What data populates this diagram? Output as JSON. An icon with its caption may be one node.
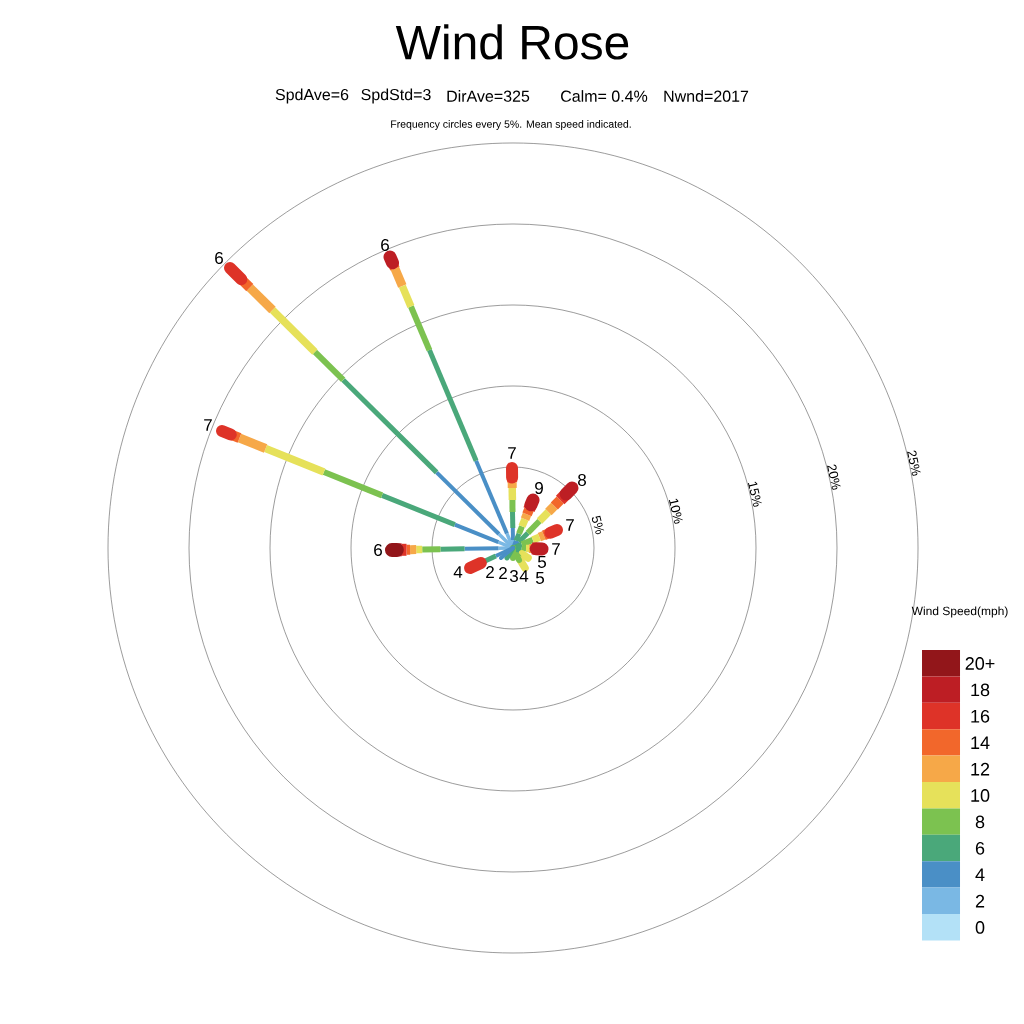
{
  "diagram": {
    "title": "Wind Rose",
    "labels": [
      "SpdAve=6",
      "SpdStd=3",
      "DirAve=325",
      "Calm= 0.4%",
      "Nwnd=2017",
      "Frequency circles every 5%. Mean speed indicated.",
      "6",
      "6",
      "7",
      "7",
      "25%",
      "20%",
      "8",
      "9",
      "15%",
      "10%",
      "7",
      "5%",
      "6",
      "7",
      "5",
      "4",
      "2",
      "2",
      "3",
      "4",
      "5",
      "Wind Speed(mph)"
    ],
    "legend": [
      {
        "text": "20+",
        "color": "#92161a"
      },
      {
        "text": "18",
        "color": "#bd1e24"
      },
      {
        "text": "16",
        "color": "#de3328"
      },
      {
        "text": "14",
        "color": "#f2672b"
      },
      {
        "text": "12",
        "color": "#f6a848"
      },
      {
        "text": "10",
        "color": "#e6e15a"
      },
      {
        "text": "8",
        "color": "#7cc250"
      },
      {
        "text": "6",
        "color": "#4aa87a"
      },
      {
        "text": "4",
        "color": "#4a8fc6"
      },
      {
        "text": "2",
        "color": "#7ab8e4"
      },
      {
        "text": "0",
        "color": "#b3e1f7"
      }
    ]
  }
}
